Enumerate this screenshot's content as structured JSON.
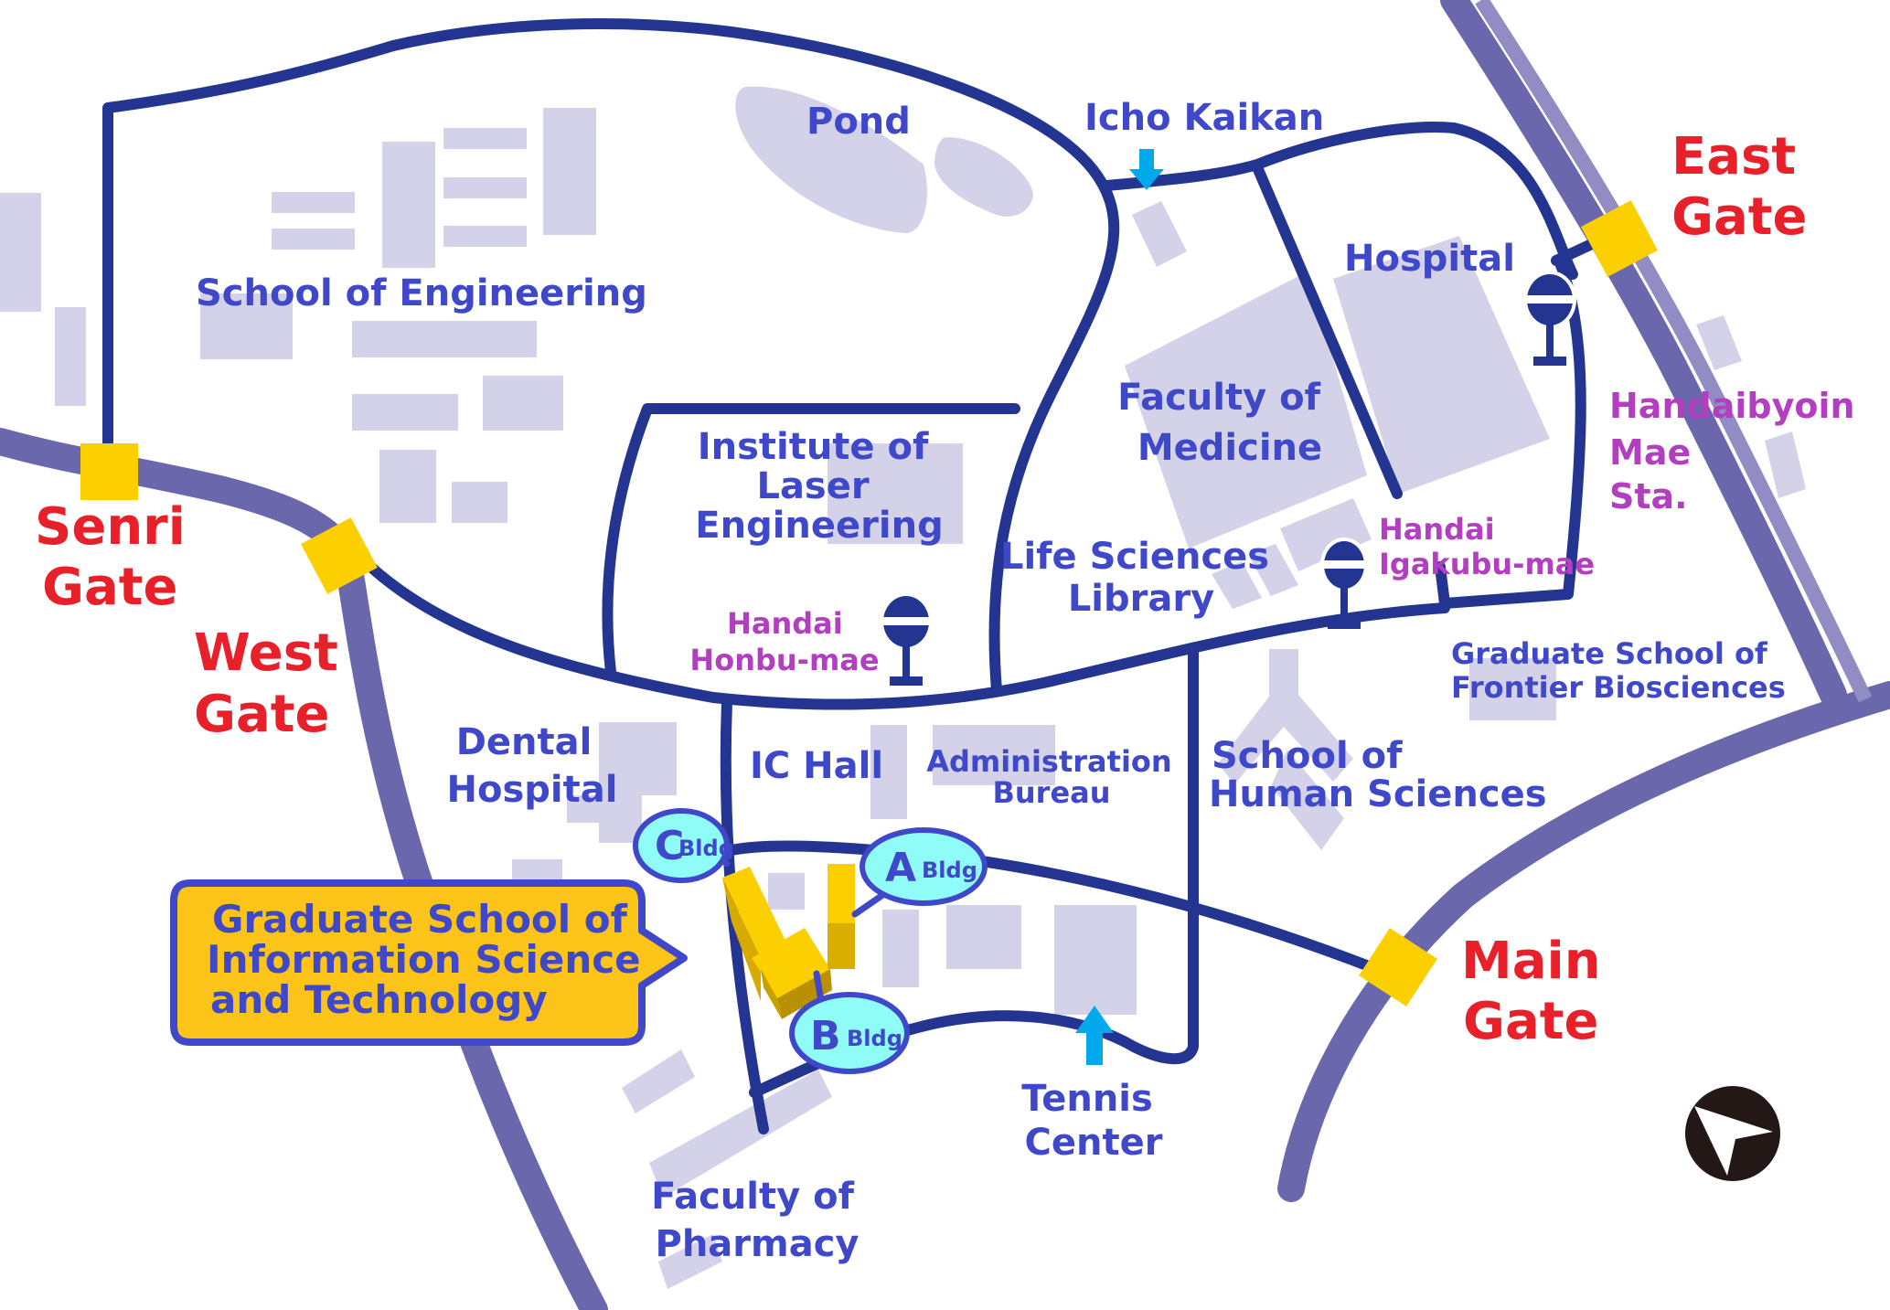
{
  "map": {
    "colors": {
      "road": "#233590",
      "highway": "#6a67ad",
      "rail": "#908cc4",
      "building": "#d3d2e8",
      "gate": "#fcd000",
      "gate_label": "#e8202a",
      "place_label": "#3f48c8",
      "station_label": "#b23fbf",
      "highlight": "#fcc419",
      "bldg_bubble": "#8ffcf8",
      "arrow": "#00a8ec",
      "compass": "#231815"
    },
    "places": {
      "school_of_engineering": "School of Engineering",
      "pond": "Pond",
      "icho_kaikan": "Icho Kaikan",
      "hospital": "Hospital",
      "faculty_of_medicine": [
        "Faculty of",
        "Medicine"
      ],
      "institute_laser": [
        "Institute of",
        "Laser",
        "Engineering"
      ],
      "life_sciences_library": [
        "Life Sciences",
        "Library"
      ],
      "dental_hospital": [
        "Dental",
        "Hospital"
      ],
      "ic_hall": "IC Hall",
      "administration_bureau": [
        "Administration",
        "Bureau"
      ],
      "school_human_sciences": [
        "School of",
        "Human Sciences"
      ],
      "frontier_biosciences": [
        "Graduate School of",
        "Frontier Biosciences"
      ],
      "tennis_center": [
        "Tennis",
        "Center"
      ],
      "faculty_of_pharmacy": [
        "Faculty of",
        "Pharmacy"
      ]
    },
    "gates": {
      "east": [
        "East",
        "Gate"
      ],
      "senri": [
        "Senri",
        "Gate"
      ],
      "west": [
        "West",
        "Gate"
      ],
      "main": [
        "Main",
        "Gate"
      ]
    },
    "stations": {
      "handaibyoin": [
        "Handaibyoin",
        "Mae",
        "Sta."
      ],
      "honbu_mae": [
        "Handai",
        "Honbu-mae"
      ],
      "igakubu_mae": [
        "Handai",
        "Igakubu-mae"
      ]
    },
    "callout": {
      "lines": [
        "Graduate School of",
        "Information Science",
        "and Technology"
      ]
    },
    "buildings": {
      "a": {
        "letter": "A",
        "suffix": "Bldg"
      },
      "b": {
        "letter": "B",
        "suffix": "Bldg"
      },
      "c": {
        "letter": "C",
        "suffix": "Bldg"
      }
    },
    "icons": {
      "bus_stop": "bus-stop-icon",
      "arrow": "arrow-icon",
      "compass": "north-compass-icon"
    }
  }
}
